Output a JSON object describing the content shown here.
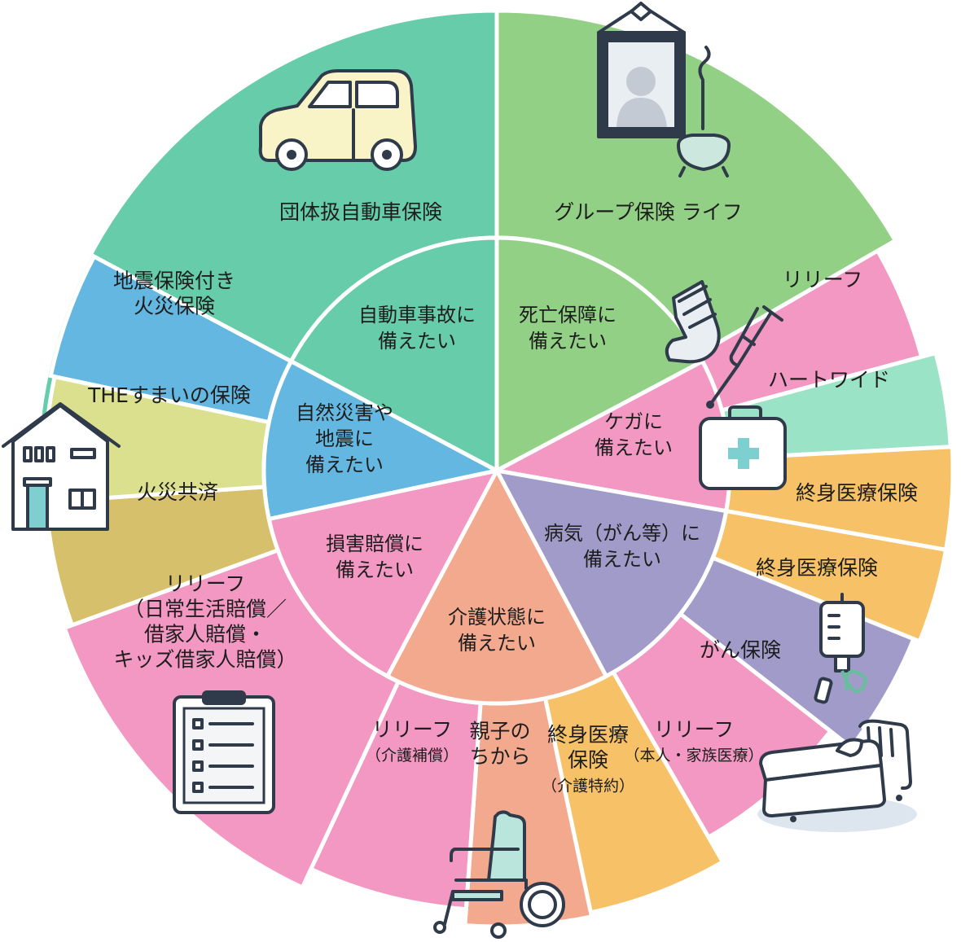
{
  "colors": {
    "teal": "#66ccaa",
    "green": "#92d185",
    "pink": "#f298c2",
    "mint": "#9be3c7",
    "orange": "#f7c267",
    "lavender": "#a19bc9",
    "salmon": "#f3a98d",
    "blue": "#63b7e0",
    "khaki": "#dbe08e",
    "olive": "#d6c06c",
    "icon_line": "#2f3a4a"
  },
  "inner": [
    {
      "id": "car",
      "lines": [
        "自動車事故に",
        "備えたい"
      ]
    },
    {
      "id": "death",
      "lines": [
        "死亡保障に",
        "備えたい"
      ]
    },
    {
      "id": "injury",
      "lines": [
        "ケガに",
        "備えたい"
      ]
    },
    {
      "id": "illness",
      "lines": [
        "病気（がん等）に",
        "備えたい"
      ]
    },
    {
      "id": "care",
      "lines": [
        "介護状態に",
        "備えたい"
      ]
    },
    {
      "id": "damages",
      "lines": [
        "損害賠償に",
        "備えたい"
      ]
    },
    {
      "id": "disaster",
      "lines": [
        "自然災害や",
        "地震に",
        "備えたい"
      ]
    }
  ],
  "outer": [
    {
      "id": "group-auto",
      "lines": [
        "団体扱自動車保険"
      ]
    },
    {
      "id": "group-life",
      "lines": [
        "グループ保険 ライフ"
      ]
    },
    {
      "id": "relief-injury",
      "lines": [
        "リリーフ"
      ]
    },
    {
      "id": "heartwide",
      "lines": [
        "ハートワイド"
      ]
    },
    {
      "id": "medical-injury",
      "lines": [
        "終身医療保険"
      ]
    },
    {
      "id": "medical-illness",
      "lines": [
        "終身医療保険"
      ]
    },
    {
      "id": "cancer",
      "lines": [
        "がん保険"
      ]
    },
    {
      "id": "relief-family-medical",
      "lines": [
        "リリーフ"
      ],
      "sub": [
        "（本人・家族医療）"
      ]
    },
    {
      "id": "medical-care",
      "lines": [
        "終身医療",
        "保険"
      ],
      "sub": [
        "（介護特約）"
      ]
    },
    {
      "id": "parent-child",
      "lines": [
        "親子の",
        "ちから"
      ]
    },
    {
      "id": "relief-care",
      "lines": [
        "リリーフ"
      ],
      "sub": [
        "（介護補償）"
      ]
    },
    {
      "id": "relief-liability",
      "lines": [
        "リリーフ",
        "（日常生活賠償／",
        "借家人賠償・",
        "キッズ借家人賠償）"
      ]
    },
    {
      "id": "fire-mutual",
      "lines": [
        "火災共済"
      ]
    },
    {
      "id": "the-home",
      "lines": [
        "THEすまいの保険"
      ]
    },
    {
      "id": "quake-fire",
      "lines": [
        "地震保険付き",
        "火災保険"
      ]
    }
  ],
  "icons": [
    {
      "id": "car",
      "name": "car-icon"
    },
    {
      "id": "memorial",
      "name": "memorial-portrait-icon"
    },
    {
      "id": "cast",
      "name": "leg-cast-icon"
    },
    {
      "id": "crutch",
      "name": "crutch-icon"
    },
    {
      "id": "firstaid",
      "name": "first-aid-kit-icon"
    },
    {
      "id": "iv",
      "name": "iv-drip-icon"
    },
    {
      "id": "bed",
      "name": "hospital-bed-icon"
    },
    {
      "id": "wheelchair",
      "name": "wheelchair-icon"
    },
    {
      "id": "clipboard",
      "name": "clipboard-icon"
    },
    {
      "id": "house",
      "name": "house-icon"
    }
  ]
}
